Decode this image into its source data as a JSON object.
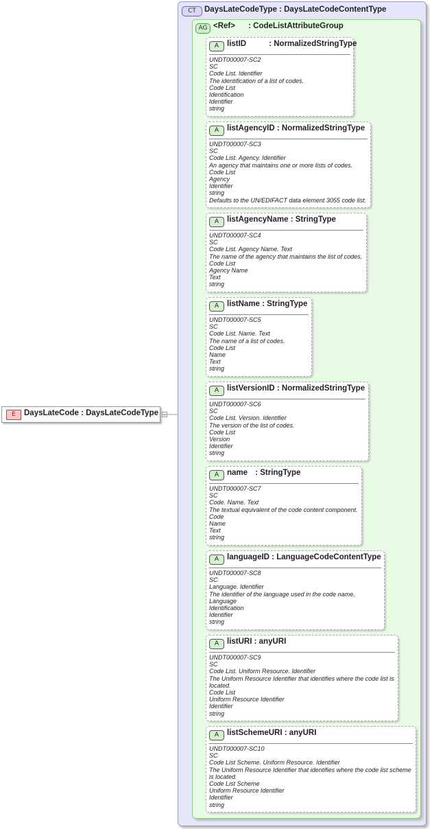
{
  "root_element": {
    "badge": "E",
    "name": "DaysLateCode",
    "type": "DaysLateCodeType"
  },
  "complex_type": {
    "badge": "CT",
    "name": "DaysLateCodeType",
    "type": "DaysLateCodeContentType"
  },
  "attribute_group": {
    "badge": "AG",
    "ref": "<Ref>",
    "name": "CodeListAttributeGroup"
  },
  "attributes": [
    {
      "badge": "A",
      "name": "listID",
      "type": "NormalizedStringType",
      "doc": [
        "UNDT000007-SC2",
        "SC",
        "Code List. Identifier",
        "The identification of a list of codes.",
        "Code List",
        "Identification",
        "Identifier",
        "string"
      ]
    },
    {
      "badge": "A",
      "name": "listAgencyID",
      "type": "NormalizedStringType",
      "doc": [
        "UNDT000007-SC3",
        "SC",
        "Code List. Agency. Identifier",
        "An agency that maintains one or more lists of codes.",
        "Code List",
        "Agency",
        "Identifier",
        "string",
        "Defaults to the UN/EDIFACT data element 3055 code list."
      ]
    },
    {
      "badge": "A",
      "name": "listAgencyName",
      "type": "StringType",
      "doc": [
        "UNDT000007-SC4",
        "SC",
        "Code List. Agency Name. Text",
        "The name of the agency that maintains the list of codes.",
        "Code List",
        "Agency Name",
        "Text",
        "string"
      ]
    },
    {
      "badge": "A",
      "name": "listName",
      "type": "StringType",
      "doc": [
        "UNDT000007-SC5",
        "SC",
        "Code List. Name. Text",
        "The name of a list of codes.",
        "Code List",
        "Name",
        "Text",
        "string"
      ]
    },
    {
      "badge": "A",
      "name": "listVersionID",
      "type": "NormalizedStringType",
      "doc": [
        "UNDT000007-SC6",
        "SC",
        "Code List. Version. Identifier",
        "The version of the list of codes.",
        "Code List",
        "Version",
        "Identifier",
        "string"
      ]
    },
    {
      "badge": "A",
      "name": "name",
      "type": "StringType",
      "doc": [
        "UNDT000007-SC7",
        "SC",
        "Code. Name. Text",
        "The textual equivalent of the code content component.",
        "Code",
        "Name",
        "Text",
        "string"
      ]
    },
    {
      "badge": "A",
      "name": "languageID",
      "type": "LanguageCodeContentType",
      "doc": [
        "UNDT000007-SC8",
        "SC",
        "Language. Identifier",
        "The identifier of the language used in the code name.",
        "Language",
        "Identification",
        "Identifier",
        "string"
      ]
    },
    {
      "badge": "A",
      "name": "listURI",
      "type": "anyURI",
      "doc": [
        "UNDT000007-SC9",
        "SC",
        "Code List. Uniform Resource. Identifier",
        "The Uniform Resource Identifier that identifies where the code list is located.",
        "Code List",
        "Uniform Resource Identifier",
        "Identifier",
        "string"
      ]
    },
    {
      "badge": "A",
      "name": "listSchemeURI",
      "type": "anyURI",
      "doc": [
        "UNDT000007-SC10",
        "SC",
        "Code List Scheme. Uniform Resource. Identifier",
        "The Uniform Resource Identifier that identifies where the code list scheme is located.",
        "Code List Scheme",
        "Uniform Resource Identifier",
        "Identifier",
        "string"
      ]
    }
  ]
}
